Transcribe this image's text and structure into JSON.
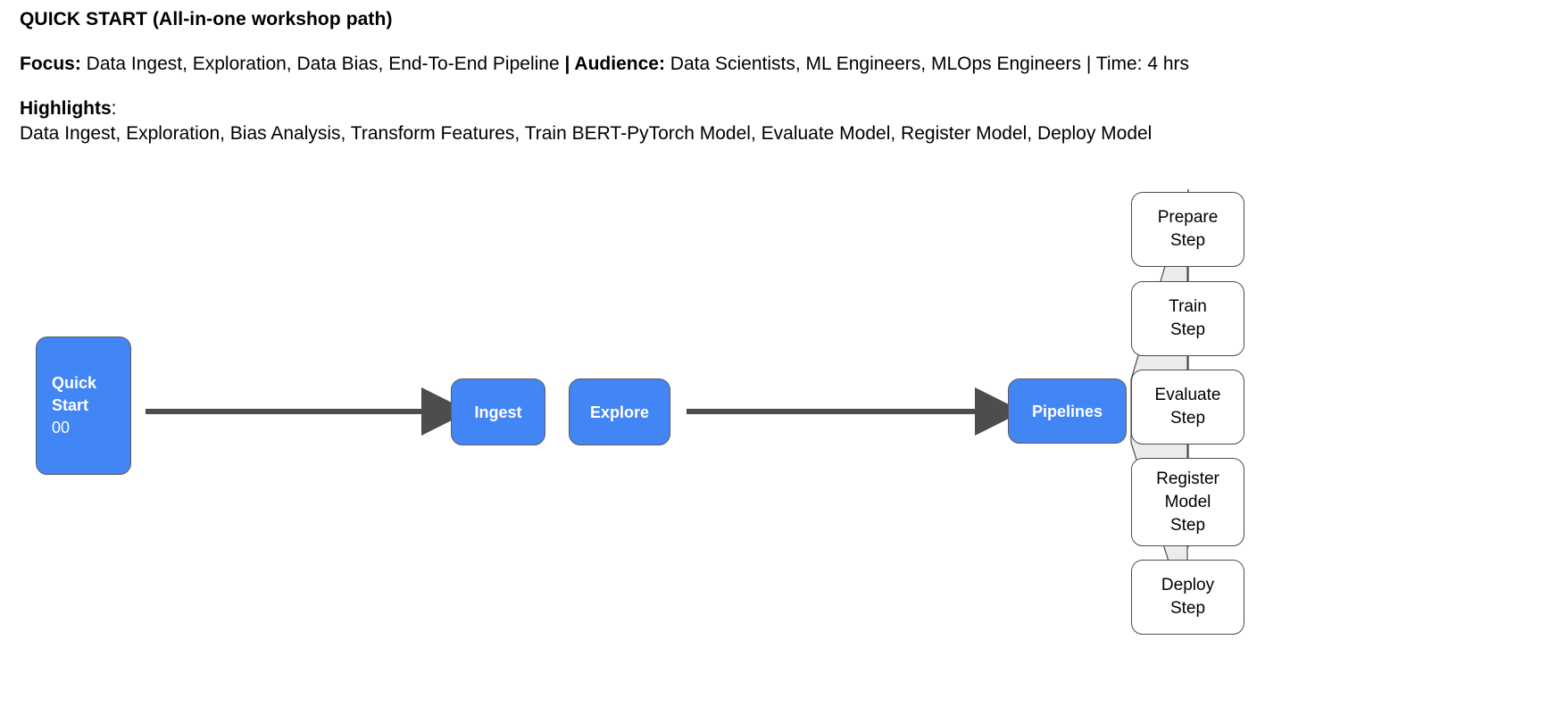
{
  "header": {
    "title": "QUICK START (All-in-one workshop path)",
    "focus_label": "Focus:",
    "focus_value": " Data Ingest, Exploration, Data Bias, End-To-End Pipeline ",
    "separator1": "| ",
    "audience_label": "Audience:",
    "audience_value": " Data Scientists, ML Engineers, MLOps Engineers | Time: 4 hrs",
    "highlights_label": "Highlights",
    "highlights_colon": ":",
    "highlights_value": "Data Ingest, Exploration, Bias Analysis, Transform Features, Train BERT-PyTorch Model, Evaluate Model, Register Model, Deploy Model"
  },
  "diagram": {
    "colors": {
      "node_blue": "#4285f4",
      "node_blue_border": "#5d5d5d",
      "node_white": "#ffffff",
      "node_white_border": "#4d4d4d",
      "arrow": "#4d4d4d",
      "fan_fill": "#ececec",
      "fan_stroke": "#4d4d4d",
      "text_light": "#ffffff",
      "text_dark": "#000000"
    },
    "nodes": {
      "quick_start": {
        "title": "Quick\nStart",
        "subtitle": "00"
      },
      "ingest": {
        "label": "Ingest"
      },
      "explore": {
        "label": "Explore"
      },
      "pipelines": {
        "label": "Pipelines"
      }
    },
    "steps": [
      {
        "label": "Prepare\nStep"
      },
      {
        "label": "Train\nStep"
      },
      {
        "label": "Evaluate\nStep"
      },
      {
        "label": "Register\nModel\nStep"
      },
      {
        "label": "Deploy\nStep"
      }
    ],
    "connectors": [
      {
        "name": "quickstart-to-ingest",
        "kind": "arrow"
      },
      {
        "name": "explore-to-pipelines",
        "kind": "arrow"
      }
    ]
  }
}
